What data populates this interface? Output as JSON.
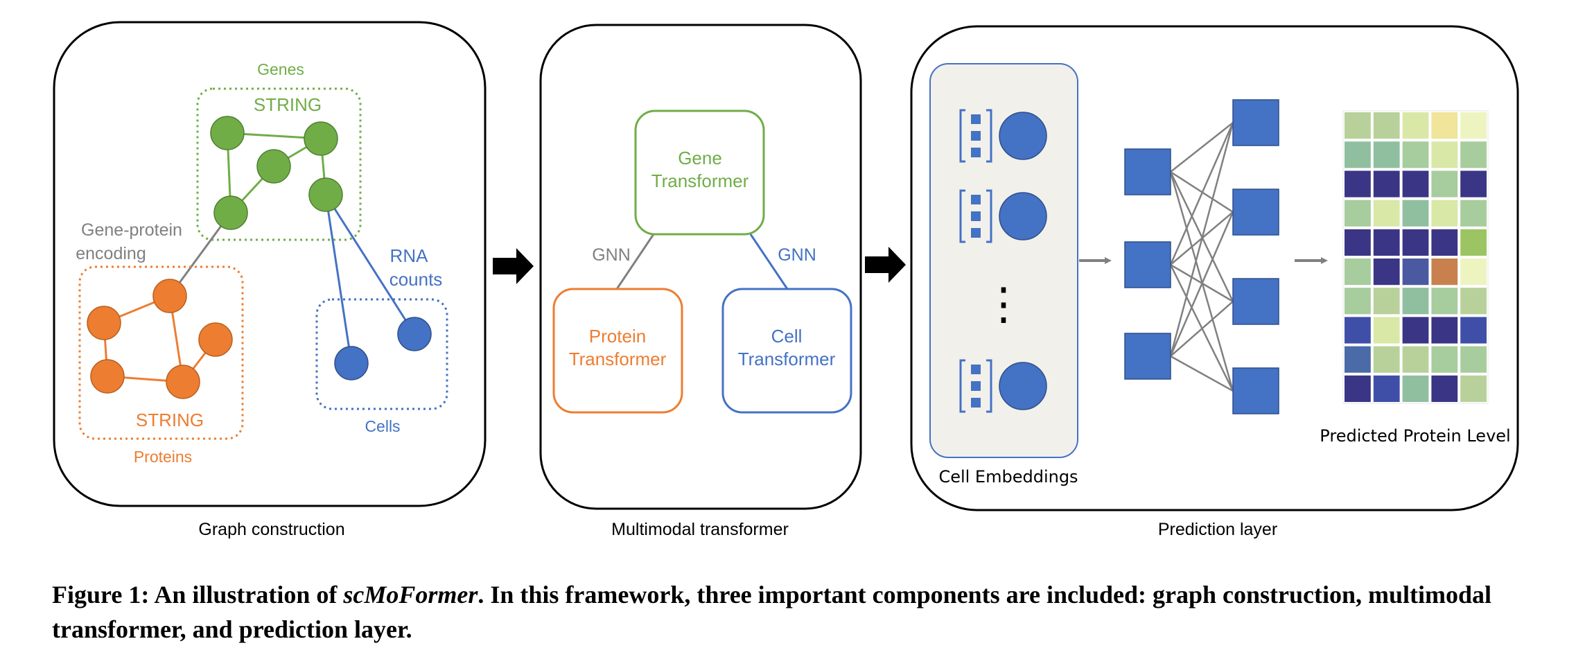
{
  "panels": {
    "graph": {
      "label": "Graph construction",
      "genes_label": "Genes",
      "genes_string": "STRING",
      "encoding_label_1": "Gene-protein",
      "encoding_label_2": "encoding",
      "rna_label_1": "RNA",
      "rna_label_2": "counts",
      "proteins_string": "STRING",
      "proteins_label": "Proteins",
      "cells_label": "Cells"
    },
    "transformer": {
      "label": "Multimodal transformer",
      "gene_1": "Gene",
      "gene_2": "Transformer",
      "gnn_left": "GNN",
      "gnn_right": "GNN",
      "protein_1": "Protein",
      "protein_2": "Transformer",
      "cell_1": "Cell",
      "cell_2": "Transformer"
    },
    "prediction": {
      "label": "Prediction layer",
      "embeddings_label": "Cell Embeddings",
      "ellipsis": "⋮",
      "output_label": "Predicted Protein Level"
    }
  },
  "colors": {
    "gene_green": "#70ad47",
    "protein_orange": "#ed7d31",
    "cell_blue": "#4472c4",
    "edge_gray": "#808080",
    "embed_bg": "#f2f0eb"
  },
  "heatmap": [
    [
      "#b8d19b",
      "#b8d19b",
      "#d9e8a6",
      "#f0e59a",
      "#eef4c0"
    ],
    [
      "#8fbf9f",
      "#8fbf9f",
      "#a7cc9e",
      "#d9e8a6",
      "#a7cc9e"
    ],
    [
      "#3b3585",
      "#3b3585",
      "#3b3585",
      "#a7cc9e",
      "#3b3585"
    ],
    [
      "#a7cc9e",
      "#d9e8a6",
      "#8fbf9f",
      "#d9e8a6",
      "#a7cc9e"
    ],
    [
      "#3b3585",
      "#3b3585",
      "#3b3585",
      "#3b3585",
      "#9cc462"
    ],
    [
      "#a7cc9e",
      "#3b3585",
      "#4b5aa0",
      "#c8814e",
      "#eef4c0"
    ],
    [
      "#a7cc9e",
      "#b8d19b",
      "#8fbf9f",
      "#a7cc9e",
      "#b8d19b"
    ],
    [
      "#3f4fa8",
      "#d9e8a6",
      "#3b3585",
      "#3b3585",
      "#3f4fa8"
    ],
    [
      "#4b6aa8",
      "#b8d19b",
      "#b8d19b",
      "#a7cc9e",
      "#a7cc9e"
    ],
    [
      "#3b3585",
      "#3f4fa8",
      "#8fbf9f",
      "#3b3585",
      "#b8d19b"
    ]
  ],
  "caption": {
    "prefix": "Figure 1: An illustration of ",
    "name": "scMoFormer",
    "suffix": ". In this framework, three important components are included: graph construction, multimodal transformer, and prediction layer."
  }
}
